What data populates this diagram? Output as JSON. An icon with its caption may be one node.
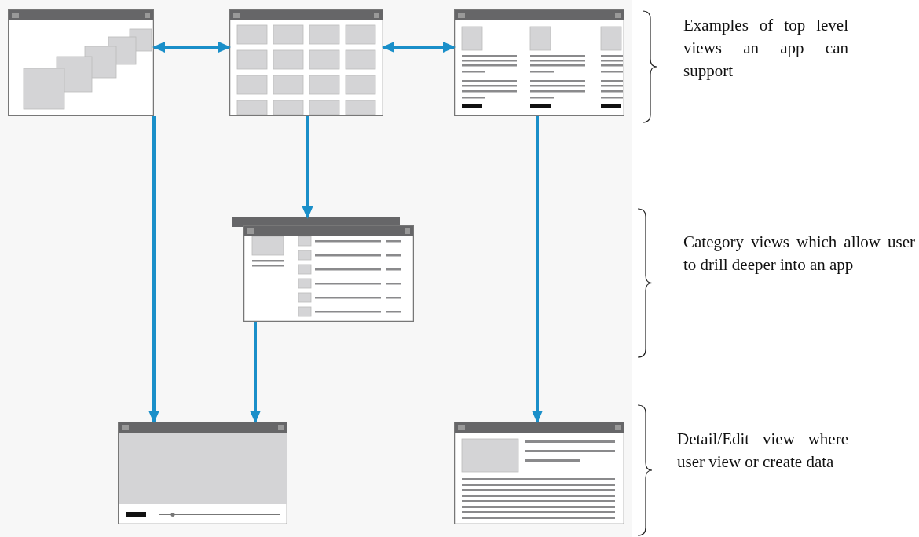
{
  "diagram": {
    "nodes": [
      {
        "text": [],
        "shape": "picture"
      },
      {
        "text": [],
        "shape": "picture"
      },
      {
        "text": [],
        "shape": "picture"
      },
      {
        "text": [],
        "shape": "picture"
      },
      {
        "text": [],
        "shape": "picture"
      },
      {
        "text": [],
        "shape": "picture"
      }
    ],
    "edges": [
      {
        "from": 0,
        "to": 1,
        "arrow": "both"
      },
      {
        "from": 1,
        "to": 2,
        "arrow": "both"
      },
      {
        "from": 1,
        "to": 3,
        "arrow": "to"
      },
      {
        "from": 0,
        "to": 4,
        "arrow": "to"
      },
      {
        "from": 3,
        "to": 4,
        "arrow": "to"
      },
      {
        "from": 2,
        "to": 5,
        "arrow": "to"
      }
    ],
    "labels": [
      "Examples of top level views an app can support",
      "Category views which allow user to drill deeper into an app",
      "Detail/Edit view where user view or create data"
    ]
  }
}
